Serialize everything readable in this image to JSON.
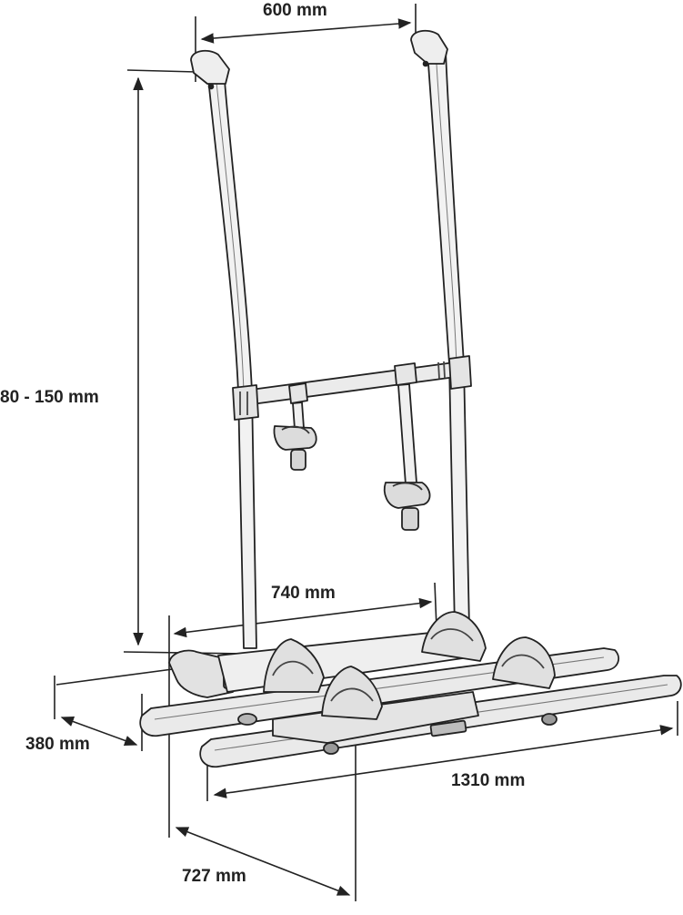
{
  "diagram": {
    "dimensions": {
      "top_width": "600 mm",
      "height": "80 - 150 mm",
      "mid_width": "740 mm",
      "depth": "380 mm",
      "length": "1310 mm",
      "overall_depth": "727 mm"
    },
    "colors": {
      "line": "#222222",
      "frame_fill": "#f2f2f2",
      "rail_fill": "#e9e9e9",
      "shadow": "#8a8a8a"
    }
  }
}
